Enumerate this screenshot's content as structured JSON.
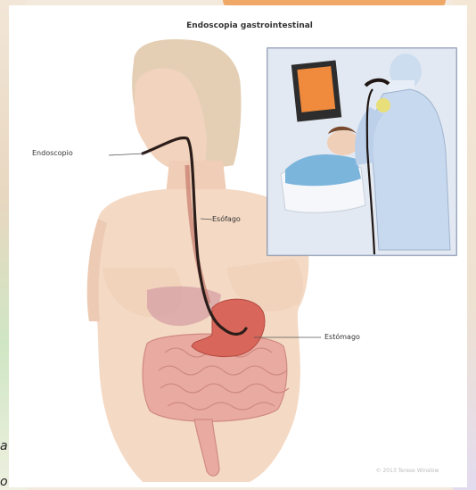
{
  "title": "Endoscopia gastrointestinal",
  "labels": {
    "endoscopio": "Endoscopio",
    "esofago": "Esófago",
    "estomago": "Estómago"
  },
  "corner_text": {
    "line1": "a",
    "line2": "o"
  },
  "credit": "© 2013 Terese Winslow",
  "colors": {
    "skin": "#f4d9c4",
    "hair": "#e6d2ba",
    "endoscope": "#2b1d1a",
    "stomach": "#d9645a",
    "intestines": "#e7a79f",
    "gown": "#d4e2f1",
    "monitor_screen": "#f08a3c"
  }
}
